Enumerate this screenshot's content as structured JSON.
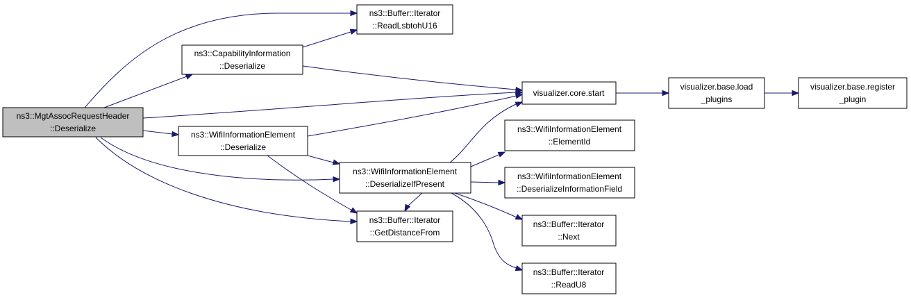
{
  "diagram": {
    "nodes": [
      {
        "id": "mgt",
        "lines": [
          "ns3::MgtAssocRequestHeader",
          "::Deserialize"
        ],
        "root": true
      },
      {
        "id": "readlsb",
        "lines": [
          "ns3::Buffer::Iterator",
          "::ReadLsbtohU16"
        ]
      },
      {
        "id": "capinfo",
        "lines": [
          "ns3::CapabilityInformation",
          "::Deserialize"
        ]
      },
      {
        "id": "vcore",
        "lines": [
          "visualizer.core.start"
        ]
      },
      {
        "id": "vload",
        "lines": [
          "visualizer.base.load",
          "_plugins"
        ]
      },
      {
        "id": "vreg",
        "lines": [
          "visualizer.base.register",
          "_plugin"
        ]
      },
      {
        "id": "wifideser",
        "lines": [
          "ns3::WifiInformationElement",
          "::Deserialize"
        ]
      },
      {
        "id": "elemid",
        "lines": [
          "ns3::WifiInformationElement",
          "::ElementId"
        ]
      },
      {
        "id": "deserifpresent",
        "lines": [
          "ns3::WifiInformationElement",
          "::DeserializeIfPresent"
        ]
      },
      {
        "id": "deserinfofield",
        "lines": [
          "ns3::WifiInformationElement",
          "::DeserializeInformationField"
        ]
      },
      {
        "id": "getdist",
        "lines": [
          "ns3::Buffer::Iterator",
          "::GetDistanceFrom"
        ]
      },
      {
        "id": "next",
        "lines": [
          "ns3::Buffer::Iterator",
          "::Next"
        ]
      },
      {
        "id": "readu8",
        "lines": [
          "ns3::Buffer::Iterator",
          "::ReadU8"
        ]
      }
    ],
    "edges": [
      {
        "from": "mgt",
        "to": "readlsb"
      },
      {
        "from": "mgt",
        "to": "capinfo"
      },
      {
        "from": "mgt",
        "to": "vcore"
      },
      {
        "from": "mgt",
        "to": "wifideser"
      },
      {
        "from": "mgt",
        "to": "deserifpresent"
      },
      {
        "from": "mgt",
        "to": "getdist"
      },
      {
        "from": "capinfo",
        "to": "readlsb"
      },
      {
        "from": "capinfo",
        "to": "vcore"
      },
      {
        "from": "vcore",
        "to": "vload"
      },
      {
        "from": "vload",
        "to": "vreg"
      },
      {
        "from": "wifideser",
        "to": "vcore"
      },
      {
        "from": "wifideser",
        "to": "deserifpresent"
      },
      {
        "from": "wifideser",
        "to": "getdist"
      },
      {
        "from": "deserifpresent",
        "to": "vcore"
      },
      {
        "from": "deserifpresent",
        "to": "elemid"
      },
      {
        "from": "deserifpresent",
        "to": "deserinfofield"
      },
      {
        "from": "deserifpresent",
        "to": "getdist"
      },
      {
        "from": "deserifpresent",
        "to": "next"
      },
      {
        "from": "deserifpresent",
        "to": "readu8"
      }
    ]
  }
}
